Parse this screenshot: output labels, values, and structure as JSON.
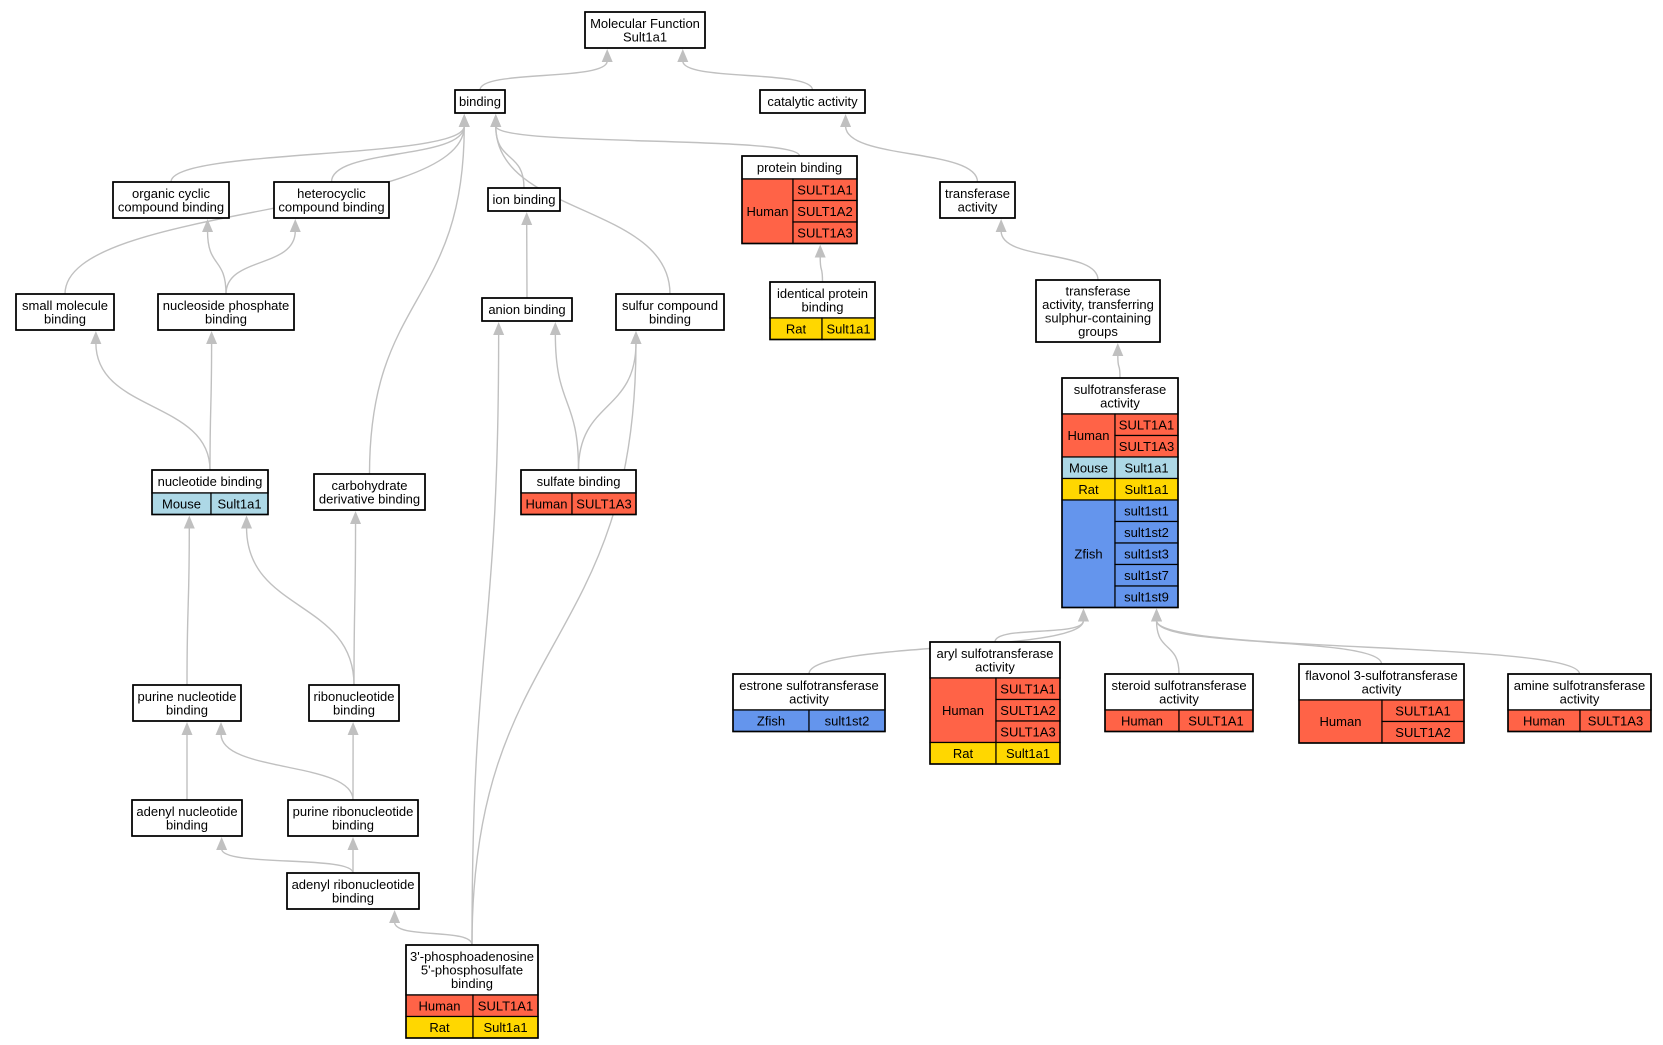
{
  "colors": {
    "Human": "#ff6347",
    "Mouse": "#add8e6",
    "Rat": "#ffd700",
    "Zfish": "#6495ed",
    "edge": "#c0c0c0"
  },
  "nodes": [
    {
      "id": "mf",
      "lines": [
        "Molecular Function",
        "Sult1a1"
      ],
      "rows": []
    },
    {
      "id": "binding",
      "lines": [
        "binding"
      ],
      "rows": []
    },
    {
      "id": "catalytic",
      "lines": [
        "catalytic activity"
      ],
      "rows": []
    },
    {
      "id": "protein_binding",
      "lines": [
        "protein binding"
      ],
      "rows": [
        {
          "species": "Human",
          "genes": [
            "SULT1A1",
            "SULT1A2",
            "SULT1A3"
          ]
        }
      ]
    },
    {
      "id": "transferase",
      "lines": [
        "transferase",
        "activity"
      ],
      "rows": []
    },
    {
      "id": "organic_cyclic",
      "lines": [
        "organic cyclic",
        "compound binding"
      ],
      "rows": []
    },
    {
      "id": "heterocyclic",
      "lines": [
        "heterocyclic",
        "compound binding"
      ],
      "rows": []
    },
    {
      "id": "ion_binding",
      "lines": [
        "ion binding"
      ],
      "rows": []
    },
    {
      "id": "identical_protein",
      "lines": [
        "identical protein",
        "binding"
      ],
      "rows": [
        {
          "species": "Rat",
          "genes": [
            "Sult1a1"
          ]
        }
      ]
    },
    {
      "id": "transferase_sulphur",
      "lines": [
        "transferase",
        "activity, transferring",
        "sulphur-containing",
        "groups"
      ],
      "rows": []
    },
    {
      "id": "small_molecule",
      "lines": [
        "small molecule",
        "binding"
      ],
      "rows": []
    },
    {
      "id": "nucleoside_phosphate",
      "lines": [
        "nucleoside phosphate",
        "binding"
      ],
      "rows": []
    },
    {
      "id": "anion_binding",
      "lines": [
        "anion binding"
      ],
      "rows": []
    },
    {
      "id": "sulfur_compound",
      "lines": [
        "sulfur compound",
        "binding"
      ],
      "rows": []
    },
    {
      "id": "sulfotransferase",
      "lines": [
        "sulfotransferase",
        "activity"
      ],
      "rows": [
        {
          "species": "Human",
          "genes": [
            "SULT1A1",
            "SULT1A3"
          ]
        },
        {
          "species": "Mouse",
          "genes": [
            "Sult1a1"
          ]
        },
        {
          "species": "Rat",
          "genes": [
            "Sult1a1"
          ]
        },
        {
          "species": "Zfish",
          "genes": [
            "sult1st1",
            "sult1st2",
            "sult1st3",
            "sult1st7",
            "sult1st9"
          ]
        }
      ]
    },
    {
      "id": "nucleotide_binding",
      "lines": [
        "nucleotide binding"
      ],
      "rows": [
        {
          "species": "Mouse",
          "genes": [
            "Sult1a1"
          ]
        }
      ]
    },
    {
      "id": "carbohydrate",
      "lines": [
        "carbohydrate",
        "derivative binding"
      ],
      "rows": []
    },
    {
      "id": "sulfate_binding",
      "lines": [
        "sulfate binding"
      ],
      "rows": [
        {
          "species": "Human",
          "genes": [
            "SULT1A3"
          ]
        }
      ]
    },
    {
      "id": "purine_nucleotide",
      "lines": [
        "purine nucleotide",
        "binding"
      ],
      "rows": []
    },
    {
      "id": "ribonucleotide",
      "lines": [
        "ribonucleotide",
        "binding"
      ],
      "rows": []
    },
    {
      "id": "estrone",
      "lines": [
        "estrone sulfotransferase",
        "activity"
      ],
      "rows": [
        {
          "species": "Zfish",
          "genes": [
            "sult1st2"
          ]
        }
      ]
    },
    {
      "id": "aryl",
      "lines": [
        "aryl sulfotransferase",
        "activity"
      ],
      "rows": [
        {
          "species": "Human",
          "genes": [
            "SULT1A1",
            "SULT1A2",
            "SULT1A3"
          ]
        },
        {
          "species": "Rat",
          "genes": [
            "Sult1a1"
          ]
        }
      ]
    },
    {
      "id": "steroid",
      "lines": [
        "steroid sulfotransferase",
        "activity"
      ],
      "rows": [
        {
          "species": "Human",
          "genes": [
            "SULT1A1"
          ]
        }
      ]
    },
    {
      "id": "flavonol",
      "lines": [
        "flavonol 3-sulfotransferase",
        "activity"
      ],
      "rows": [
        {
          "species": "Human",
          "genes": [
            "SULT1A1",
            "SULT1A2"
          ]
        }
      ]
    },
    {
      "id": "amine",
      "lines": [
        "amine sulfotransferase",
        "activity"
      ],
      "rows": [
        {
          "species": "Human",
          "genes": [
            "SULT1A3"
          ]
        }
      ]
    },
    {
      "id": "adenyl_nucleotide",
      "lines": [
        "adenyl nucleotide",
        "binding"
      ],
      "rows": []
    },
    {
      "id": "purine_ribonucleotide",
      "lines": [
        "purine ribonucleotide",
        "binding"
      ],
      "rows": []
    },
    {
      "id": "adenyl_ribonucleotide",
      "lines": [
        "adenyl ribonucleotide",
        "binding"
      ],
      "rows": []
    },
    {
      "id": "paps",
      "lines": [
        "3'-phosphoadenosine",
        "5'-phosphosulfate",
        "binding"
      ],
      "rows": [
        {
          "species": "Human",
          "genes": [
            "SULT1A1"
          ]
        },
        {
          "species": "Rat",
          "genes": [
            "Sult1a1"
          ]
        }
      ]
    }
  ],
  "edges": [
    {
      "from": "binding",
      "to": "mf"
    },
    {
      "from": "catalytic",
      "to": "mf"
    },
    {
      "from": "transferase",
      "to": "catalytic"
    },
    {
      "from": "protein_binding",
      "to": "binding"
    },
    {
      "from": "organic_cyclic",
      "to": "binding"
    },
    {
      "from": "heterocyclic",
      "to": "binding"
    },
    {
      "from": "ion_binding",
      "to": "binding"
    },
    {
      "from": "small_molecule",
      "to": "binding"
    },
    {
      "from": "sulfur_compound",
      "to": "binding"
    },
    {
      "from": "carbohydrate",
      "to": "binding"
    },
    {
      "from": "identical_protein",
      "to": "protein_binding"
    },
    {
      "from": "transferase_sulphur",
      "to": "transferase"
    },
    {
      "from": "sulfotransferase",
      "to": "transferase_sulphur"
    },
    {
      "from": "nucleoside_phosphate",
      "to": "organic_cyclic"
    },
    {
      "from": "nucleoside_phosphate",
      "to": "heterocyclic"
    },
    {
      "from": "anion_binding",
      "to": "ion_binding"
    },
    {
      "from": "nucleotide_binding",
      "to": "small_molecule"
    },
    {
      "from": "nucleotide_binding",
      "to": "nucleoside_phosphate"
    },
    {
      "from": "sulfate_binding",
      "to": "anion_binding"
    },
    {
      "from": "sulfate_binding",
      "to": "sulfur_compound"
    },
    {
      "from": "paps",
      "to": "anion_binding"
    },
    {
      "from": "paps",
      "to": "sulfur_compound"
    },
    {
      "from": "purine_nucleotide",
      "to": "nucleotide_binding"
    },
    {
      "from": "ribonucleotide",
      "to": "nucleotide_binding"
    },
    {
      "from": "ribonucleotide",
      "to": "carbohydrate"
    },
    {
      "from": "adenyl_nucleotide",
      "to": "purine_nucleotide"
    },
    {
      "from": "purine_ribonucleotide",
      "to": "purine_nucleotide"
    },
    {
      "from": "purine_ribonucleotide",
      "to": "ribonucleotide"
    },
    {
      "from": "adenyl_ribonucleotide",
      "to": "adenyl_nucleotide"
    },
    {
      "from": "adenyl_ribonucleotide",
      "to": "purine_ribonucleotide"
    },
    {
      "from": "paps",
      "to": "adenyl_ribonucleotide"
    },
    {
      "from": "estrone",
      "to": "sulfotransferase"
    },
    {
      "from": "aryl",
      "to": "sulfotransferase"
    },
    {
      "from": "steroid",
      "to": "sulfotransferase"
    },
    {
      "from": "flavonol",
      "to": "sulfotransferase"
    },
    {
      "from": "amine",
      "to": "sulfotransferase"
    }
  ]
}
